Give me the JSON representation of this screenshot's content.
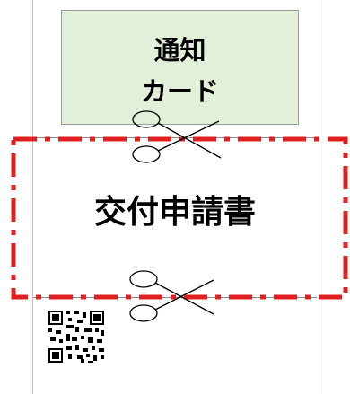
{
  "card_section": {
    "line1": "通知",
    "line2": "カード"
  },
  "form_section": {
    "title": "交付申請書"
  },
  "colors": {
    "card_fill": "#e2efd9",
    "frame_dash": "#e02020",
    "paper_border": "#bfbfbf"
  },
  "icons": [
    "scissors-icon",
    "qr-code-icon"
  ]
}
